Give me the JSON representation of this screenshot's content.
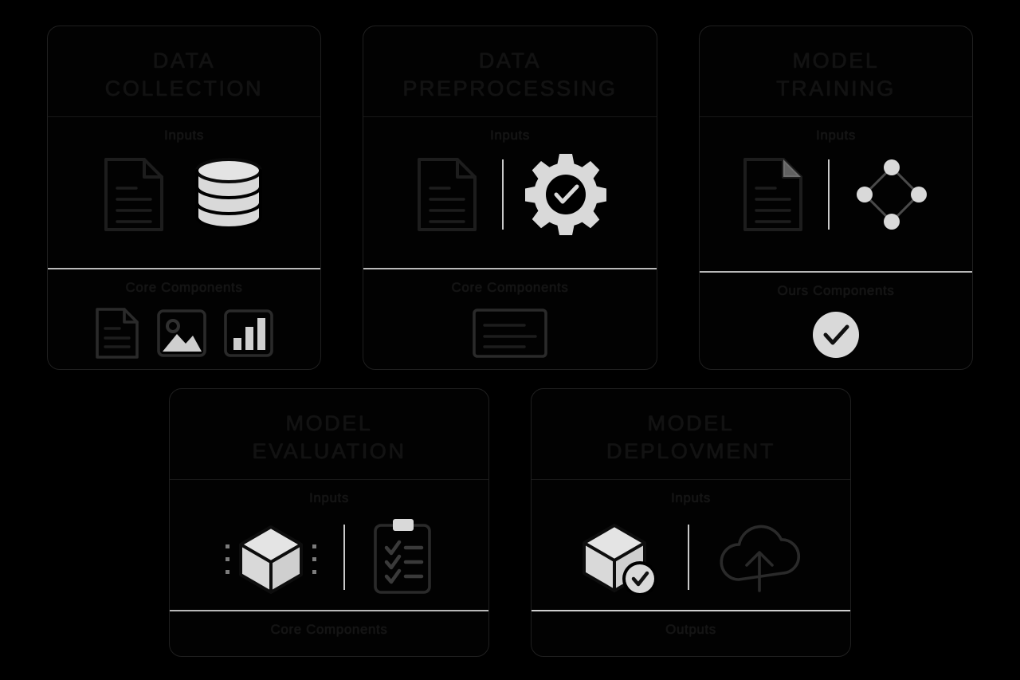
{
  "diagram": {
    "title_visible": false,
    "background_color": "#000000",
    "accent_color": "#d9d9d9",
    "divider_color": "#b9b9b9",
    "text_color": "#141414"
  },
  "rows": {
    "top": [
      {
        "id": "data-collection",
        "title": "DATA\nCOLLECTION",
        "inputs_label": "Inputs",
        "core_label": "Core Components",
        "input_icons": [
          "document-icon",
          "database-icon"
        ],
        "core_icons": [
          "document-icon",
          "image-icon",
          "bar-chart-icon"
        ],
        "has_vertical_divider": false
      },
      {
        "id": "data-preprocessing",
        "title": "DATA\nPREPROCESSING",
        "inputs_label": "Inputs",
        "core_label": "Core Components",
        "input_icons": [
          "document-icon",
          "gear-check-icon"
        ],
        "core_icons": [
          "table-list-icon"
        ],
        "has_vertical_divider": true
      },
      {
        "id": "model-training",
        "title": "MODEL\nTRAINING",
        "inputs_label": "Inputs",
        "core_label": "Ours Components",
        "input_icons": [
          "document-icon",
          "neural-network-icon"
        ],
        "core_icons": [
          "check-circle-icon"
        ],
        "has_vertical_divider": true
      }
    ],
    "bottom": [
      {
        "id": "model-evaluation",
        "title": "MODEL\nEVALUATION",
        "inputs_label": "Inputs",
        "core_label": "Core Components",
        "input_icons": [
          "cube-icon",
          "clipboard-checklist-icon"
        ],
        "core_icons": [],
        "has_vertical_divider": true
      },
      {
        "id": "model-deployment",
        "title": "MODEL\nDEPLOVMENT",
        "inputs_label": "Inputs",
        "core_label": "Outputs",
        "input_icons": [
          "cube-check-icon",
          "cloud-upload-icon"
        ],
        "core_icons": [],
        "has_vertical_divider": true
      }
    ]
  }
}
